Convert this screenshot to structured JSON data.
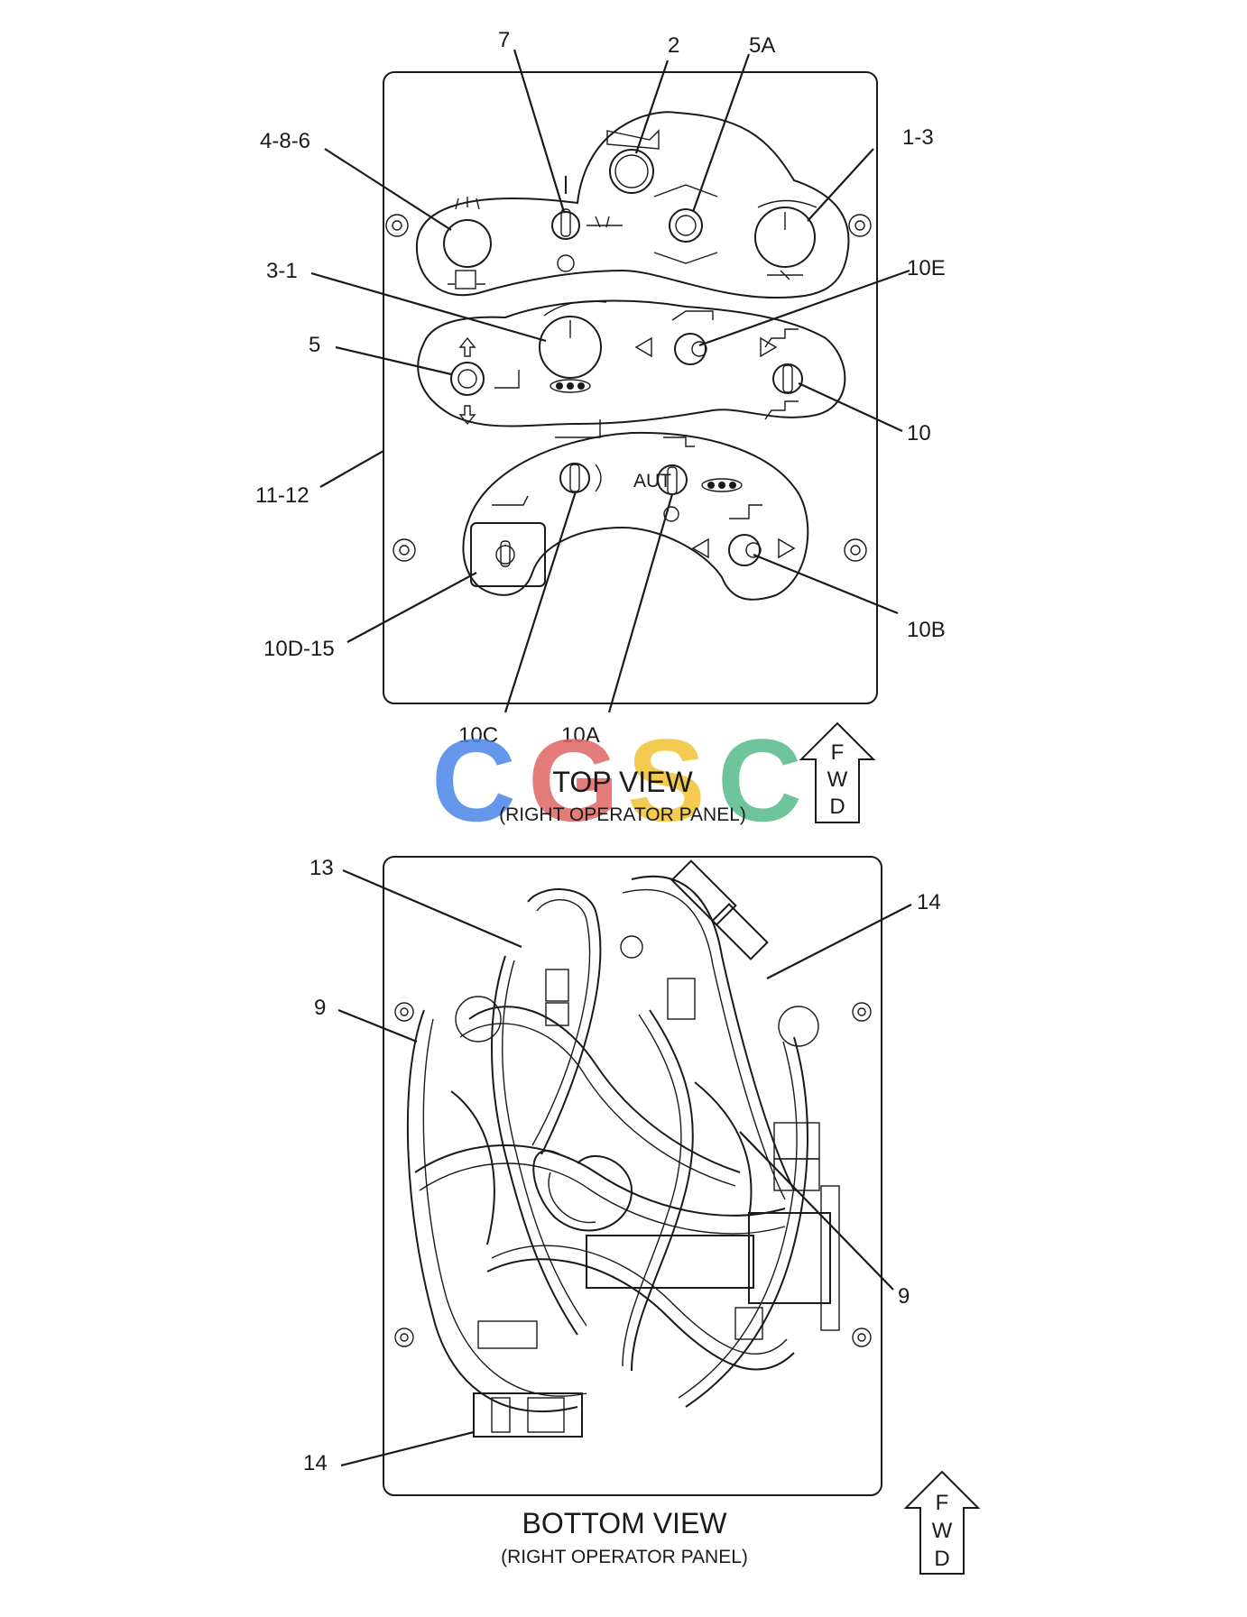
{
  "top_view": {
    "title": "TOP VIEW",
    "subtitle": "(RIGHT OPERATOR PANEL)",
    "fwd_letters": [
      "F",
      "W",
      "D"
    ],
    "callouts": [
      "7",
      "2",
      "5A",
      "4-8-6",
      "1-3",
      "3-1",
      "10E",
      "5",
      "10",
      "11-12",
      "10D-15",
      "10B",
      "10C",
      "10A"
    ],
    "switch_text": "AUT"
  },
  "bottom_view": {
    "title": "BOTTOM VIEW",
    "subtitle": "(RIGHT OPERATOR PANEL)",
    "fwd_letters": [
      "F",
      "W",
      "D"
    ],
    "callouts": [
      "13",
      "14",
      "9",
      "9",
      "14"
    ]
  },
  "watermark": {
    "letters": [
      "C",
      "G",
      "S",
      "C"
    ],
    "colors": [
      "#4a86e8",
      "#e06666",
      "#f1c232",
      "#57bb8a"
    ]
  }
}
